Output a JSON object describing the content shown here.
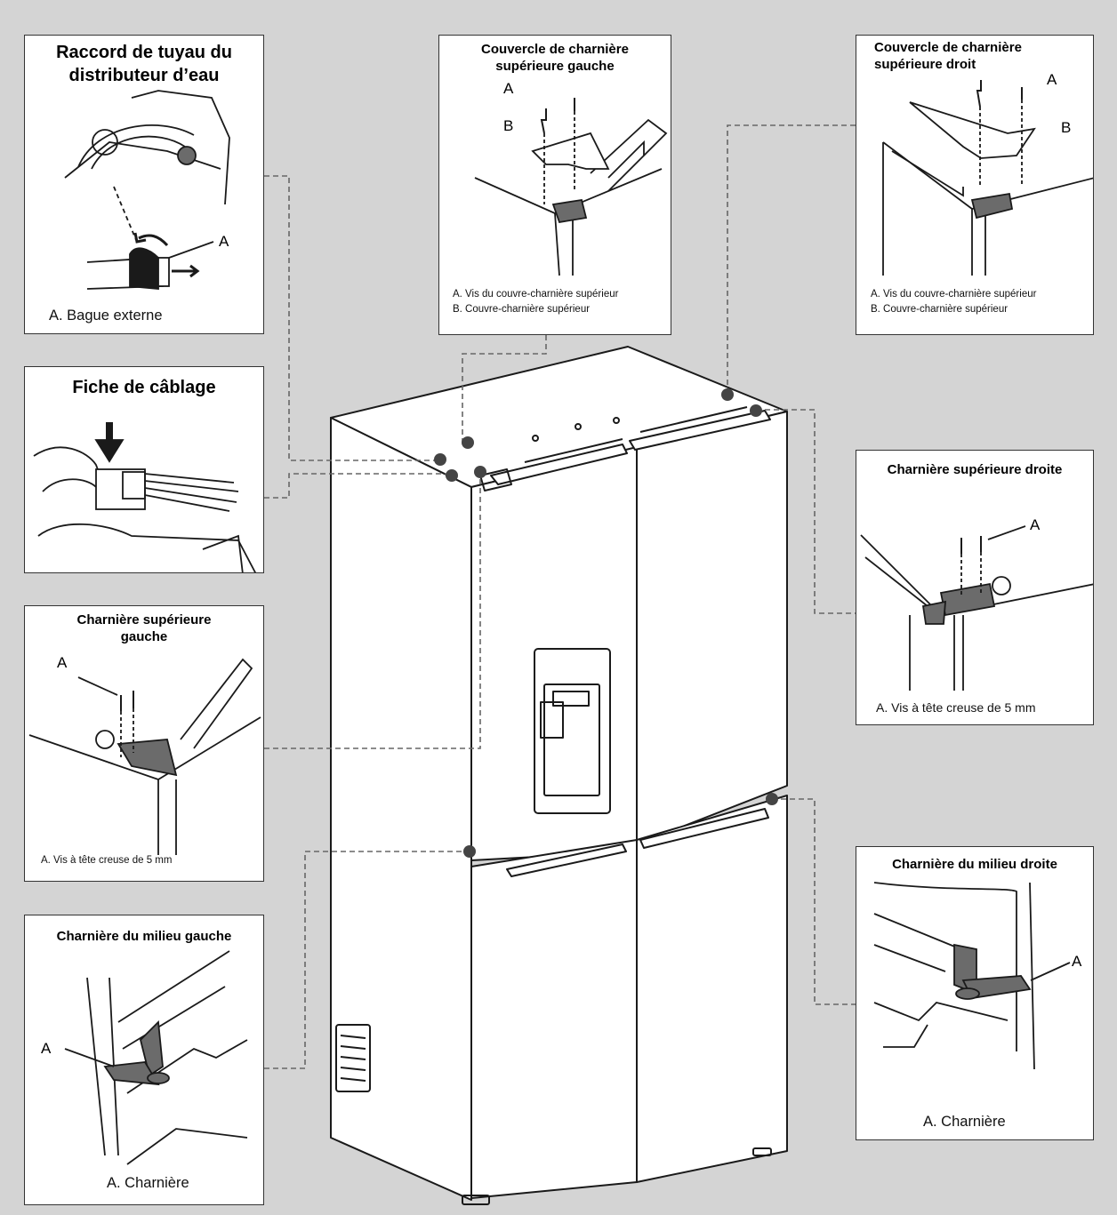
{
  "panels": {
    "water": {
      "title_line1": "Raccord de tuyau du",
      "title_line2": "distributeur d’eau",
      "callout": "A",
      "caption": "A. Bague externe"
    },
    "wiring": {
      "title": "Fiche de câblage"
    },
    "top_left_cover": {
      "title_line1": "Couvercle de charnière",
      "title_line2": "supérieure gauche",
      "callout_a": "A",
      "callout_b": "B",
      "caption_a": "A. Vis du couvre-charnière supérieur",
      "caption_b": "B. Couvre-charnière supérieur"
    },
    "top_right_cover": {
      "title_line1": "Couvercle de charnière",
      "title_line2": "supérieure droit",
      "callout_a": "A",
      "callout_b": "B",
      "caption_a": "A. Vis du couvre-charnière supérieur",
      "caption_b": "B. Couvre-charnière supérieur"
    },
    "top_left_hinge": {
      "title_line1": "Charnière supérieure",
      "title_line2": "gauche",
      "callout": "A",
      "caption": "A. Vis à tête creuse de 5 mm"
    },
    "top_right_hinge": {
      "title": "Charnière supérieure droite",
      "callout": "A",
      "caption": "A. Vis à tête creuse de 5 mm"
    },
    "mid_left_hinge": {
      "title": "Charnière du milieu gauche",
      "callout": "A",
      "caption": "A. Charnière"
    },
    "mid_right_hinge": {
      "title": "Charnière du milieu droite",
      "callout": "A",
      "caption": "A. Charnière"
    }
  },
  "colors": {
    "background": "#d4d4d4",
    "panel": "#ffffff",
    "part_fill": "#6b6b6b",
    "line": "#1a1a1a",
    "leader": "#666666"
  }
}
